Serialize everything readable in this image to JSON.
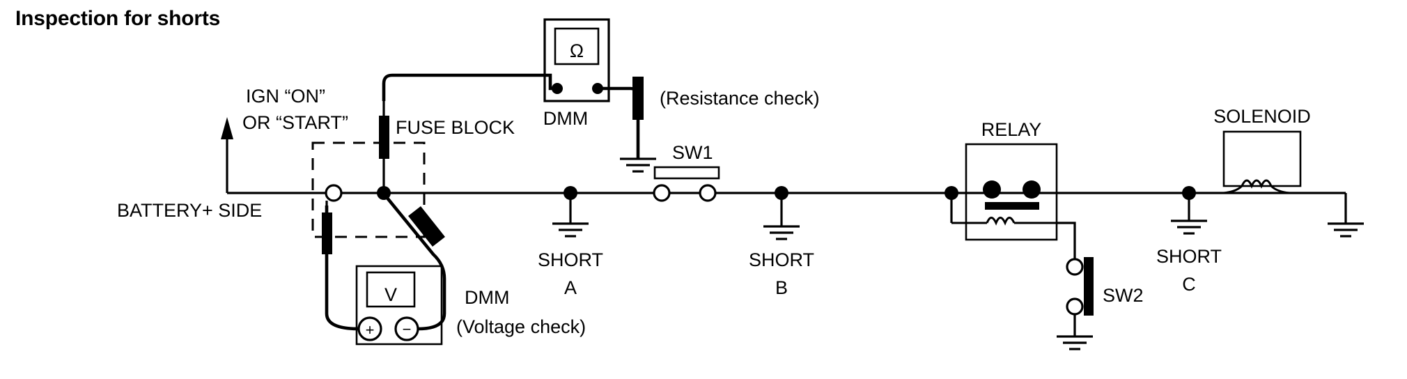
{
  "title": "Inspection for shorts",
  "labels": {
    "ign": "IGN “ON”",
    "ign2": "OR “START”",
    "battery_side": "BATTERY+ SIDE",
    "fuse_block": "FUSE BLOCK",
    "dmm_top": "DMM",
    "resistance_check": "(Resistance check)",
    "dmm_bottom": "DMM",
    "voltage_check": "(Voltage check)",
    "sw1": "SW1",
    "sw2": "SW2",
    "relay": "RELAY",
    "solenoid": "SOLENOID",
    "short_a_top": "SHORT",
    "short_a_bottom": "A",
    "short_b_top": "SHORT",
    "short_b_bottom": "B",
    "short_c_top": "SHORT",
    "short_c_bottom": "C",
    "ohm_symbol": "Ω",
    "volt_symbol": "V",
    "plus_symbol": "+",
    "minus_symbol": "−"
  },
  "colors": {
    "ink": "#000000",
    "paper": "#ffffff"
  },
  "icons": {
    "arrow_up": "arrow-up-icon",
    "ground": "ground-icon",
    "coil": "coil-icon",
    "probe": "probe-icon"
  }
}
